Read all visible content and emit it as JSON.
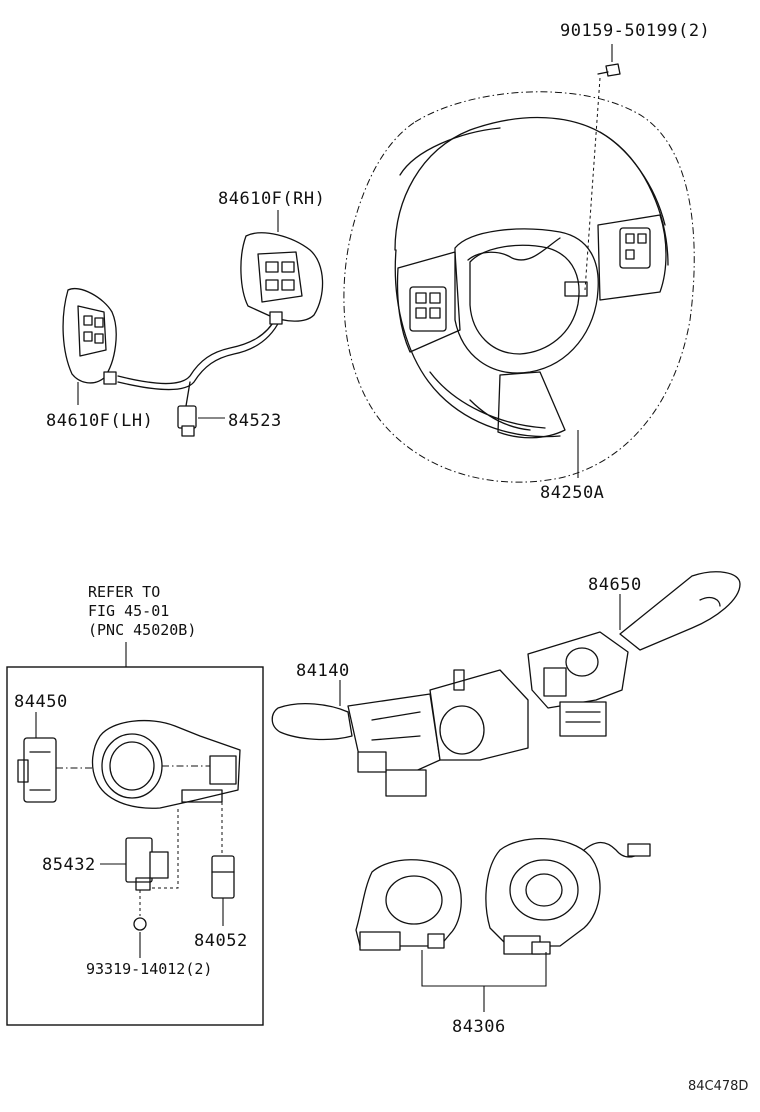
{
  "labels": {
    "bolt": "90159-50199(2)",
    "switch_rh": "84610F(RH)",
    "switch_lh": "84610F(LH)",
    "wire": "84523",
    "steering_wheel": "84250A",
    "wiper_switch": "84650",
    "headlamp_switch": "84140",
    "refer_line1": "REFER TO",
    "refer_line2": "FIG 45-01",
    "refer_line3": "(PNC 45020B)",
    "lock_switch": "84450",
    "transponder": "85432",
    "unlock_switch": "84052",
    "screw": "93319-14012(2)",
    "spiral_cable": "84306",
    "figure_code": "84C478D"
  }
}
